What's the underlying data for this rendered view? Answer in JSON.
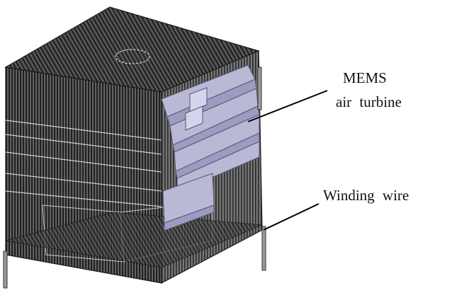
{
  "labels": {
    "mems_line1": "MEMS",
    "mems_line2": "air  turbine",
    "winding_wire": "Winding  wire"
  },
  "colors": {
    "frame_dark": "#2b2b2b",
    "turbine_fill": "#b9b9d6",
    "turbine_shade": "#9c9cc0",
    "leader_line": "#000000"
  }
}
